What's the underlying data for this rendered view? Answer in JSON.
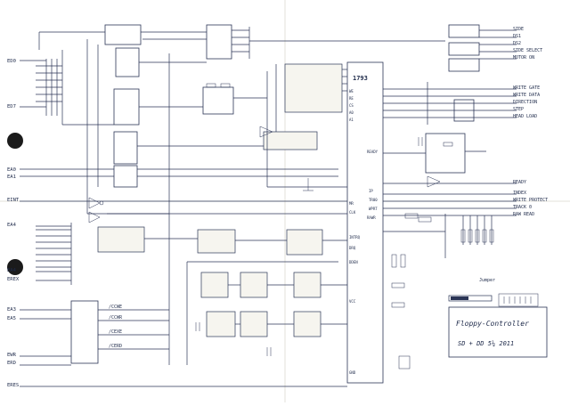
{
  "title_note": {
    "line1": "Floppy-Controller",
    "line2": "SD + DD  5¼ 2011"
  },
  "main_chip": "1793",
  "jumper_label": "Jumper",
  "left_signals": [
    "ED0",
    "ED7",
    "EA0",
    "EA1",
    "EINT",
    "EA4",
    "EA4",
    "EREX",
    "EA3",
    "EA5",
    "EWR",
    "ERD",
    "ERES"
  ],
  "right_signals": [
    "SIDE",
    "DS1",
    "DS2",
    "SIDE SELECT",
    "MOTOR ON",
    "WRITE GATE",
    "WRITE DATA",
    "DIRECTION",
    "STEP",
    "HEAD LOAD",
    "READY",
    "INDEX",
    "WRITE PROTECT",
    "TRACK 0",
    "RAW READ"
  ],
  "select_lines": [
    "/CCWE",
    "/CCWR",
    "/CEXE",
    "/CERD"
  ],
  "chip_pins": [
    "WE",
    "RE",
    "CS",
    "A0",
    "A1",
    "MR",
    "CLK",
    "READY",
    "INTRQ",
    "DRQ",
    "DDEN",
    "IP",
    "TR00",
    "WPRT",
    "RAWR",
    "VCC",
    "GND"
  ]
}
